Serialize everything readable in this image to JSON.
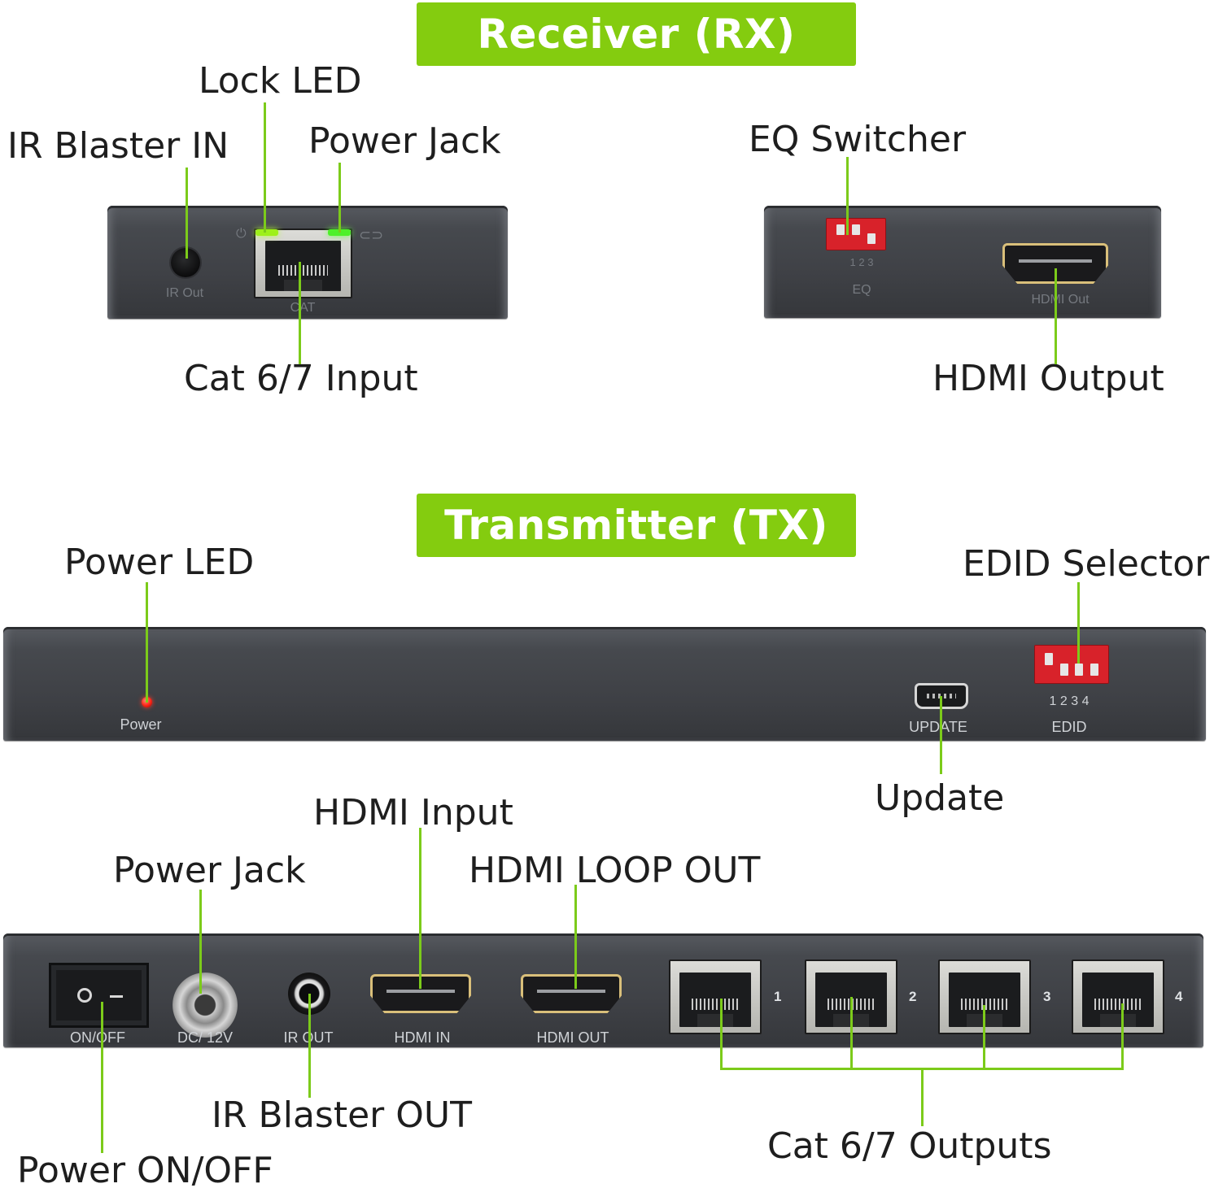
{
  "receiver": {
    "title": "Receiver (RX)",
    "callouts": {
      "lock_led": "Lock LED",
      "ir_blaster_in": "IR Blaster IN",
      "power_jack": "Power Jack",
      "cat_input": "Cat 6/7 Input",
      "eq_switcher": "EQ Switcher",
      "hdmi_output": "HDMI Output"
    },
    "panel_left_labels": {
      "ir_out": "IR Out",
      "cat": "CAT",
      "power_icon": "power-icon",
      "link_icon": "link-icon"
    },
    "panel_right_labels": {
      "eq_numbers": "1  2  3",
      "eq": "EQ",
      "hdmi_out": "HDMI Out"
    },
    "eq_switch_positions": [
      "up",
      "up",
      "down"
    ],
    "led_colors": {
      "lock": "#9ef01a",
      "power": "#4ef02a"
    }
  },
  "transmitter": {
    "title": "Transmitter (TX)",
    "callouts": {
      "power_led": "Power LED",
      "edid_selector": "EDID Selector",
      "update": "Update",
      "hdmi_input": "HDMI Input",
      "power_jack": "Power Jack",
      "hdmi_loop_out": "HDMI LOOP OUT",
      "ir_blaster_out": "IR Blaster OUT",
      "power_onoff": "Power ON/OFF",
      "cat_outputs": "Cat 6/7 Outputs"
    },
    "front_labels": {
      "power": "Power",
      "update": "UPDATE",
      "edid_numbers": "1 2 3 4",
      "edid": "EDID"
    },
    "edid_switch_positions": [
      "up",
      "down",
      "down",
      "down"
    ],
    "rear_labels": {
      "on_off": "ON/OFF",
      "dc_12v": "DC/ 12V",
      "ir_out": "IR OUT",
      "hdmi_in": "HDMI IN",
      "hdmi_out": "HDMI OUT"
    },
    "cat_ports": [
      "1",
      "2",
      "3",
      "4"
    ],
    "led_color": "#ff2a1a"
  },
  "colors": {
    "banner": "#84cc0f",
    "leader_line": "#7ccb1a",
    "panel": "#3f4146"
  }
}
